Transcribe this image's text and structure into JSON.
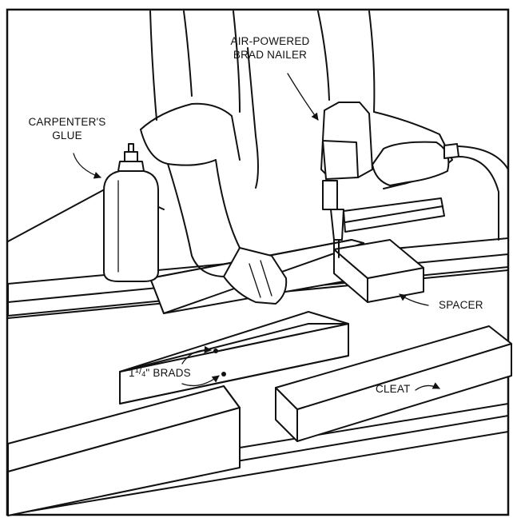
{
  "labels": {
    "air_nailer_line1": "AIR-POWERED",
    "air_nailer_line2": "BRAD NAILER",
    "glue_line1": "CARPENTER'S",
    "glue_line2": "GLUE",
    "spacer": "SPACER",
    "cleat": "CLEAT",
    "brads_prefix": "1",
    "brads_num": "1",
    "brads_slash": "/",
    "brads_den": "4",
    "brads_suffix": "\" BRADS"
  },
  "colors": {
    "line": "#111111",
    "background": "#ffffff"
  }
}
